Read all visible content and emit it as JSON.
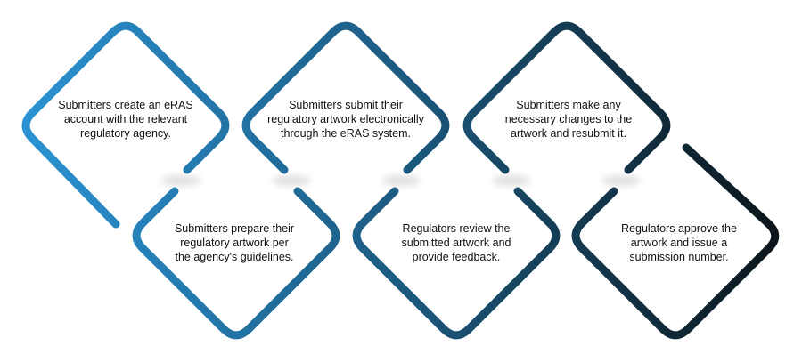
{
  "colors": {
    "gradient_start": "#2b94d4",
    "gradient_mid": "#1c5a80",
    "gradient_end": "#0b1419",
    "text": "#111111"
  },
  "steps": [
    {
      "lines": [
        "Submitters create an eRAS",
        "account with the relevant",
        "regulatory agency."
      ]
    },
    {
      "lines": [
        "Submitters prepare their",
        "regulatory artwork per",
        "the agency's guidelines."
      ]
    },
    {
      "lines": [
        "Submitters submit their",
        "regulatory artwork electronically",
        "through the eRAS system."
      ]
    },
    {
      "lines": [
        "Regulators review the",
        "submitted artwork and",
        "provide feedback."
      ]
    },
    {
      "lines": [
        "Submitters make any",
        "necessary changes to the",
        "artwork and resubmit it."
      ]
    },
    {
      "lines": [
        "Regulators approve the",
        "artwork and issue a",
        "submission number."
      ]
    }
  ]
}
